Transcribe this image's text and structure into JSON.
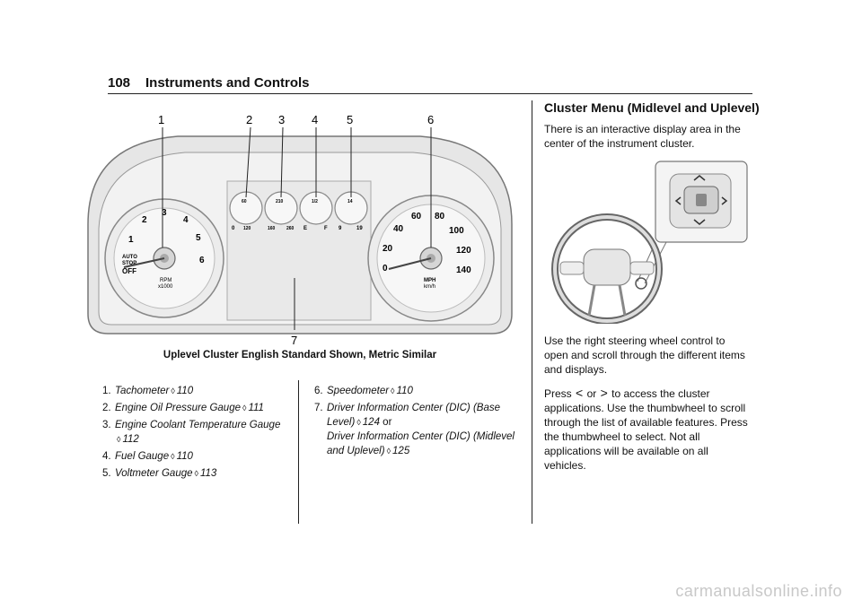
{
  "header": {
    "page_number": "108",
    "section": "Instruments and Controls"
  },
  "figure": {
    "callouts": [
      "1",
      "2",
      "3",
      "4",
      "5",
      "6",
      "7"
    ],
    "tach": {
      "ticks": [
        "1",
        "2",
        "3",
        "4",
        "5",
        "6"
      ],
      "auto_stop_1": "AUTO",
      "auto_stop_2": "STOP",
      "off": "OFF",
      "rpm": "RPM",
      "x1000": "x1000"
    },
    "speedo": {
      "ticks": [
        "0",
        "20",
        "40",
        "60",
        "80",
        "100",
        "120",
        "140"
      ],
      "mph": "MPH",
      "kmh": "km/h"
    },
    "small_gauges": [
      {
        "top": "60",
        "left": "0",
        "right": ""
      },
      {
        "top": "210",
        "left": "120",
        "right": "260"
      },
      {
        "top": "1/2",
        "left": "E",
        "right": "F"
      },
      {
        "top": "14",
        "left": "9",
        "right": "19"
      }
    ],
    "small_gauge_mid_label": "160",
    "caption": "Uplevel Cluster English Standard Shown, Metric Similar"
  },
  "list_left": [
    {
      "num": "1.",
      "label": "Tachometer",
      "page": "110"
    },
    {
      "num": "2.",
      "label": "Engine Oil Pressure Gauge",
      "page": "111"
    },
    {
      "num": "3.",
      "label": "Engine Coolant Temperature Gauge",
      "page": "112"
    },
    {
      "num": "4.",
      "label": "Fuel Gauge",
      "page": "110"
    },
    {
      "num": "5.",
      "label": "Voltmeter Gauge",
      "page": "113"
    }
  ],
  "list_right": [
    {
      "num": "6.",
      "label": "Speedometer",
      "page": "110"
    },
    {
      "num": "7.",
      "label": "Driver Information Center (DIC) (Base Level)",
      "page": "124",
      "suffix": "or",
      "label2": "Driver Information Center (DIC) (Midlevel and Uplevel)",
      "page2": "125"
    }
  ],
  "ref_arrow": "◊",
  "right_col": {
    "title": "Cluster Menu (Midlevel and Uplevel)",
    "para1": "There is an interactive display area in the center of the instrument cluster.",
    "para2": "Use the right steering wheel control to open and scroll through the different items and displays.",
    "para3_pre": "Press",
    "para3_or": "or",
    "para3_post": "to access the cluster applications. Use the thumbwheel to scroll through the list of available features. Press the thumbwheel to select. Not all applications will be available on all vehicles.",
    "left_glyph": "<",
    "right_glyph": ">"
  },
  "footer": "carmanualsonline.info"
}
